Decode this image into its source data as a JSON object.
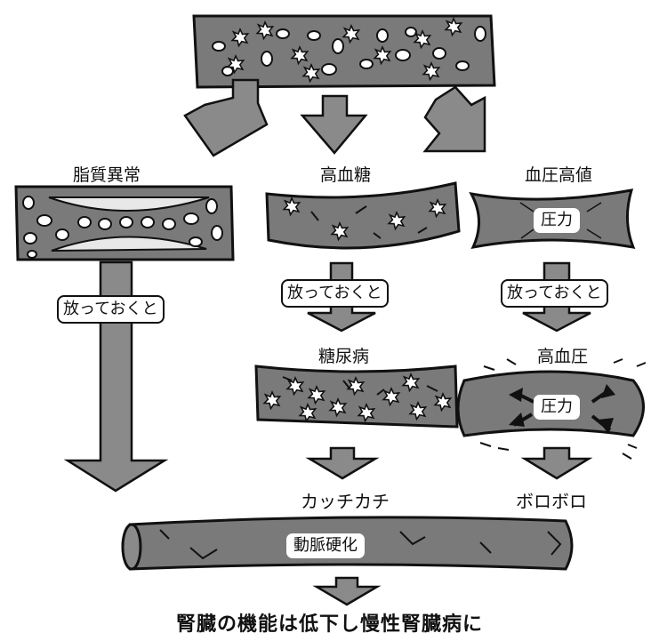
{
  "branches": {
    "lipid": {
      "title": "脂質異常",
      "arrow_label": "放っておくと"
    },
    "glucose": {
      "title": "高血糖",
      "arrow_label": "放っておくと",
      "result": "糖尿病",
      "result_state": "カッチカチ"
    },
    "pressure": {
      "title": "血圧高値",
      "arrow_label": "放っておくと",
      "vessel_label": "圧力",
      "result": "高血圧",
      "result_vessel_label": "圧力",
      "result_state": "ボロボロ"
    }
  },
  "final": {
    "vessel_label": "動脈硬化",
    "caption": "腎臓の機能は低下し慢性腎臓病に"
  },
  "colors": {
    "vessel": "#7a7a7a",
    "arrow": "#8a8a8a",
    "outline": "#111111",
    "plaque": "#e8e8e8"
  }
}
